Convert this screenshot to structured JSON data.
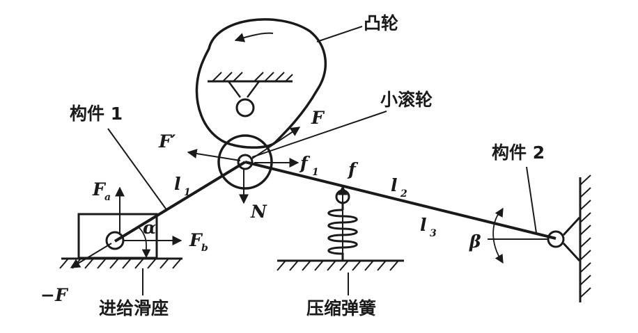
{
  "labels": {
    "cam": "凸轮",
    "roller": "小滚轮",
    "member1": "构件 1",
    "member2": "构件 2",
    "feed_slide": "进给滑座",
    "spring": "压缩弹簧"
  },
  "symbols": {
    "F": "F",
    "F_prime": "F′",
    "f1": "f",
    "f1_sub": "1",
    "f": "f",
    "N": "N",
    "l1": "l",
    "l1_sub": "1",
    "l2": "l",
    "l2_sub": "2",
    "l3": "l",
    "l3_sub": "3",
    "Fa": "F",
    "Fa_sub": "a",
    "Fb": "F",
    "Fb_sub": "b",
    "alpha": "α",
    "minus_F": "−F",
    "beta": "β"
  },
  "colors": {
    "ink": "#1a1a1a",
    "background": "#ffffff"
  }
}
